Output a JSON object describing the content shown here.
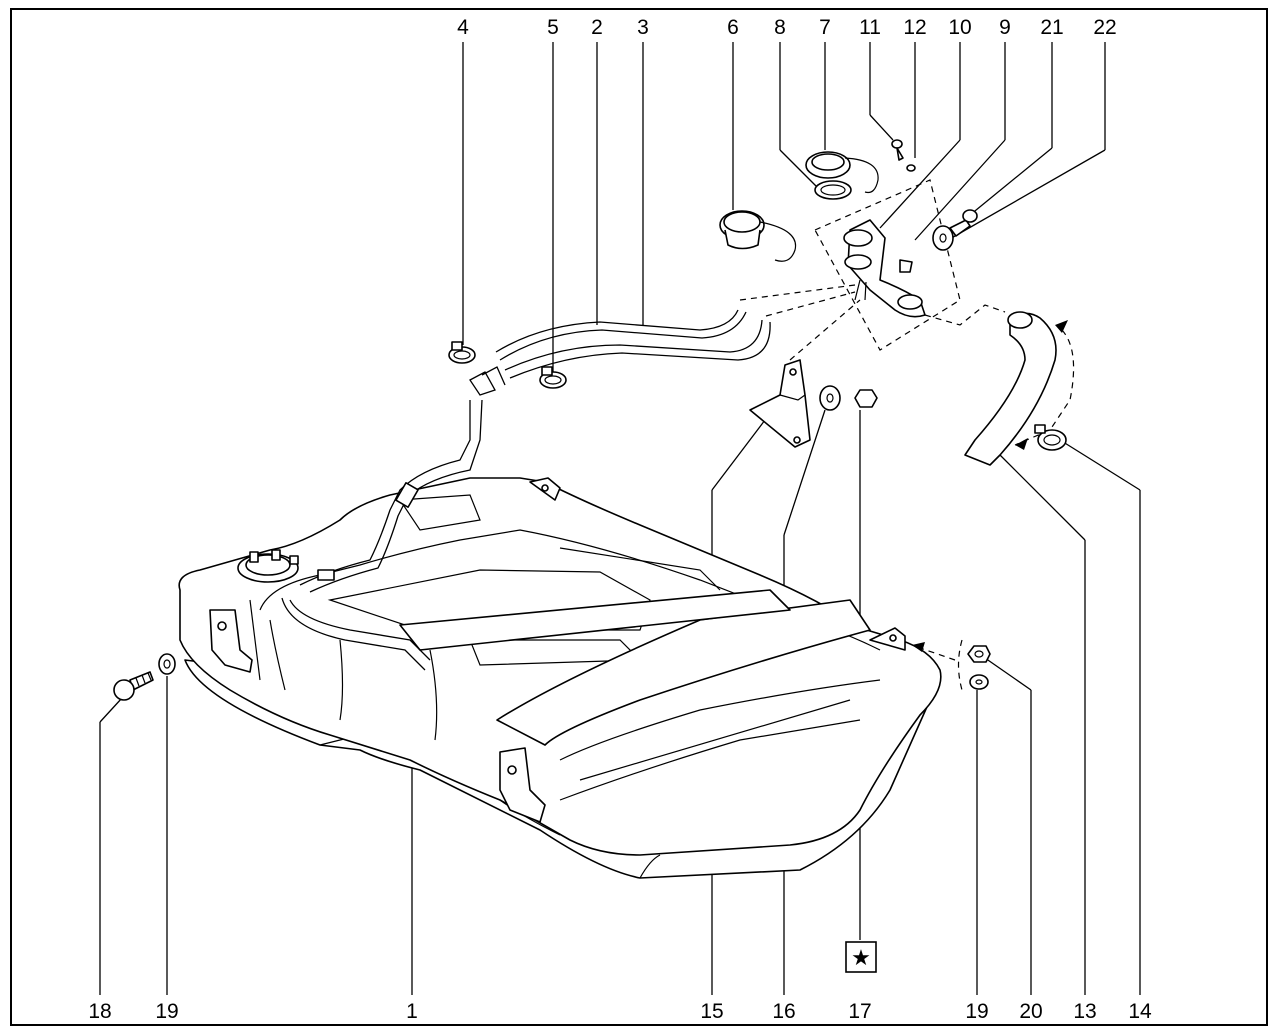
{
  "diagram": {
    "labels_top": [
      "4",
      "5",
      "2",
      "3",
      "6",
      "8",
      "7",
      "11",
      "12",
      "10",
      "9",
      "21",
      "22"
    ],
    "labels_bottom": [
      "18",
      "19",
      "1",
      "15",
      "16",
      "17",
      "19",
      "20",
      "13",
      "14"
    ],
    "star_symbol": "★"
  }
}
